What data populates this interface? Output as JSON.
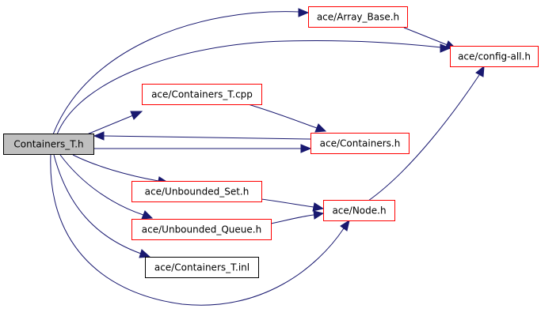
{
  "graph": {
    "nodes": {
      "root": {
        "label": "Containers_T.h",
        "linked": false,
        "fill": "#bfbfbf"
      },
      "array_base": {
        "label": "ace/Array_Base.h",
        "linked": true
      },
      "config_all": {
        "label": "ace/config-all.h",
        "linked": true
      },
      "containers_t_cpp": {
        "label": "ace/Containers_T.cpp",
        "linked": true
      },
      "containers_h": {
        "label": "ace/Containers.h",
        "linked": true
      },
      "unbounded_set": {
        "label": "ace/Unbounded_Set.h",
        "linked": true
      },
      "node_h": {
        "label": "ace/Node.h",
        "linked": true
      },
      "unbounded_queue": {
        "label": "ace/Unbounded_Queue.h",
        "linked": true
      },
      "containers_t_inl": {
        "label": "ace/Containers_T.inl",
        "linked": false
      }
    },
    "edges": [
      {
        "from": "Containers_T.h",
        "to": "ace/Array_Base.h"
      },
      {
        "from": "Containers_T.h",
        "to": "ace/config-all.h"
      },
      {
        "from": "Containers_T.h",
        "to": "ace/Containers_T.cpp"
      },
      {
        "from": "Containers_T.h",
        "to": "ace/Containers.h"
      },
      {
        "from": "Containers_T.h",
        "to": "ace/Unbounded_Set.h"
      },
      {
        "from": "Containers_T.h",
        "to": "ace/Unbounded_Queue.h"
      },
      {
        "from": "Containers_T.h",
        "to": "ace/Containers_T.inl"
      },
      {
        "from": "Containers_T.h",
        "to": "ace/Node.h"
      },
      {
        "from": "ace/Array_Base.h",
        "to": "ace/config-all.h"
      },
      {
        "from": "ace/Containers_T.cpp",
        "to": "ace/Containers.h"
      },
      {
        "from": "ace/Containers.h",
        "to": "Containers_T.h"
      },
      {
        "from": "ace/Unbounded_Set.h",
        "to": "ace/Node.h"
      },
      {
        "from": "ace/Unbounded_Queue.h",
        "to": "ace/Node.h"
      },
      {
        "from": "ace/Node.h",
        "to": "ace/config-all.h"
      }
    ],
    "colors": {
      "edge": "#191970",
      "linked_border": "#ff0000",
      "plain_border": "#000000",
      "root_fill": "#bfbfbf"
    }
  }
}
